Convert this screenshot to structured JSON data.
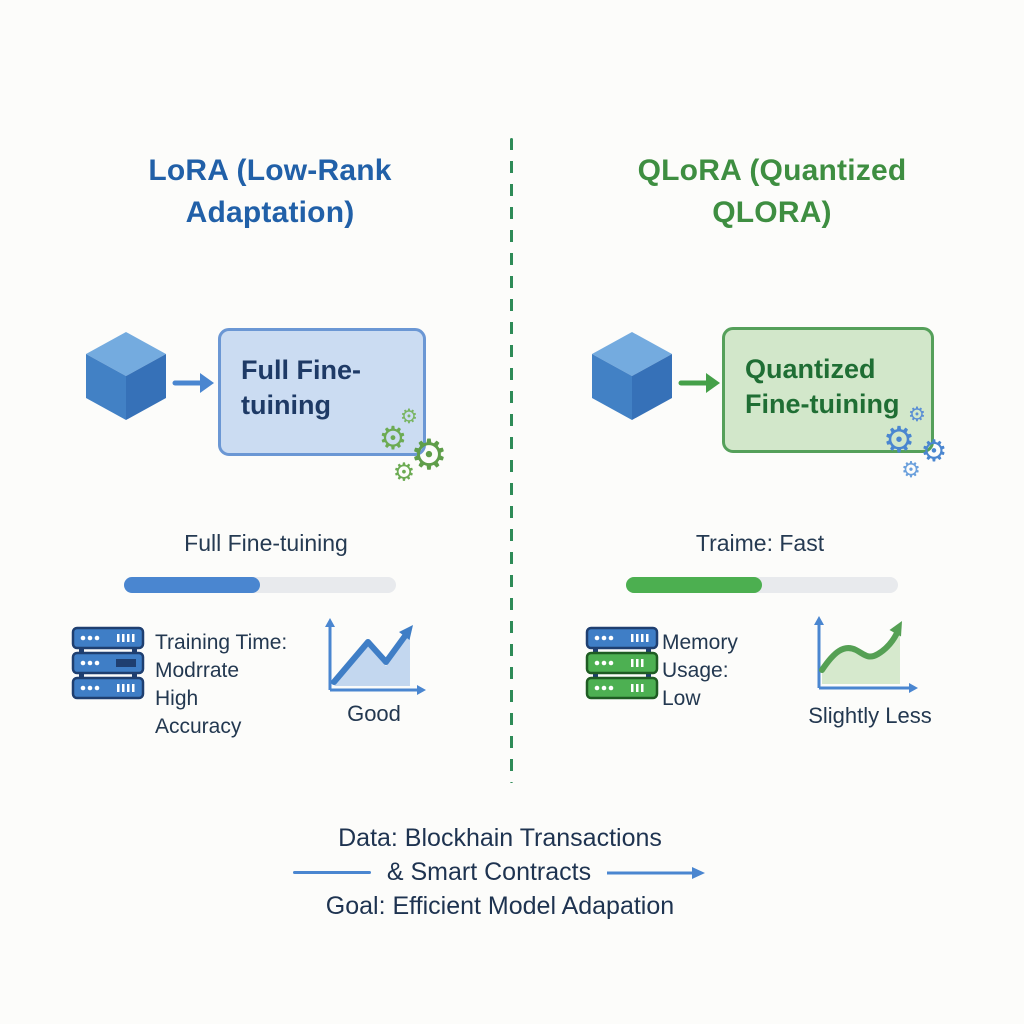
{
  "left": {
    "title": "LoRA (Low-Rank Adaptation)",
    "box_label": "Full Fine-tuining",
    "bar_label": "Full Fine-tuining",
    "bar_percent": 50,
    "stats_lines": [
      "Training Time:",
      "Modrrate",
      "High",
      "Accuracy"
    ],
    "chart_caption": "Good",
    "accent_color": "#2160a8",
    "bar_color": "#4a86d0",
    "box_fill": "#cbdcf2",
    "box_border": "#6b97d4"
  },
  "right": {
    "title": "QLoRA (Quantized QLORA)",
    "box_label": "Quantized Fine-tuining",
    "bar_label": "Traime: Fast",
    "bar_percent": 50,
    "stats_lines": [
      "Memory",
      "Usage:",
      "Low"
    ],
    "chart_caption": "Slightly Less",
    "accent_color": "#3e8e41",
    "bar_color": "#4caf50",
    "box_fill": "#d2e7ca",
    "box_border": "#55a05a"
  },
  "footer": {
    "line1": "Data: Blockhain Transactions",
    "line2": "& Smart Contracts",
    "line3": "Goal: Efficient Model Adapation"
  },
  "icons": {
    "gear": "⚙"
  },
  "palette": {
    "divider_green": "#2e8b57",
    "track_gray": "#e8eaed",
    "text_navy": "#233850",
    "cube_top": "#74abdf",
    "cube_left": "#4281c5",
    "cube_right": "#3671b8",
    "gear_green": "#6cab53",
    "gear_blue": "#4a86d0"
  }
}
